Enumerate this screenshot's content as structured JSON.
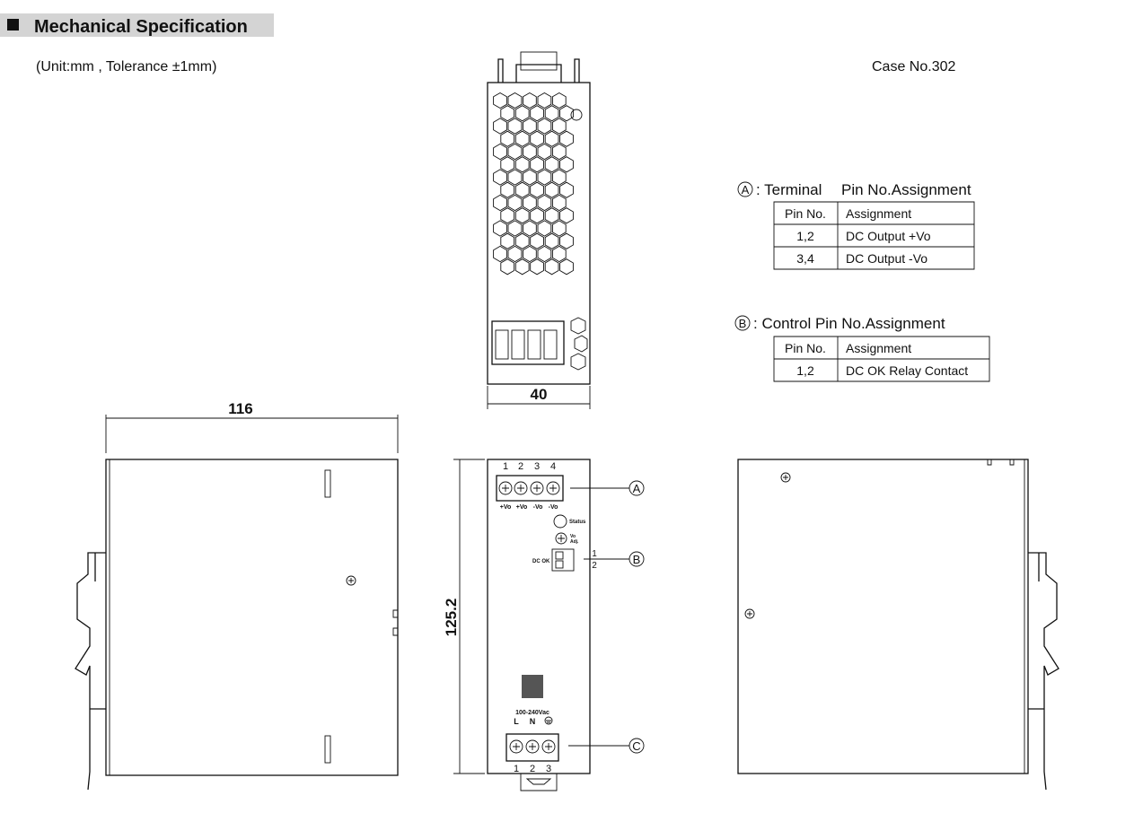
{
  "header": {
    "title": "Mechanical Specification",
    "unit_note": "(Unit:mm , Tolerance ±1mm)",
    "case_no": "Case No.302"
  },
  "table_a": {
    "marker": "A",
    "title_prefix": ": Terminal",
    "title_rest": "Pin No.Assignment",
    "headers": [
      "Pin No.",
      "Assignment"
    ],
    "rows": [
      [
        "1,2",
        "DC Output +Vo"
      ],
      [
        "3,4",
        "DC Output -Vo"
      ]
    ]
  },
  "table_b": {
    "marker": "B",
    "title": ": Control Pin No.Assignment",
    "headers": [
      "Pin No.",
      "Assignment"
    ],
    "rows": [
      [
        "1,2",
        "DC OK Relay Contact"
      ]
    ]
  },
  "dimensions": {
    "width": "40",
    "depth": "116",
    "height": "125.2"
  },
  "front_panel": {
    "output_pins": [
      "1",
      "2",
      "3",
      "4"
    ],
    "output_labels": [
      "+Vo",
      "+Vo",
      "-Vo",
      "-Vo"
    ],
    "status_label": "Status",
    "vo_adj_label_1": "Vo",
    "vo_adj_label_2": "Adj.",
    "dc_ok_label": "DC OK",
    "dc_ok_pins": [
      "1",
      "2"
    ],
    "input_rating": "100-240Vac",
    "input_labels": [
      "L",
      "N"
    ],
    "input_pins": [
      "1",
      "2",
      "3"
    ],
    "callouts": [
      "A",
      "B",
      "C"
    ]
  },
  "colors": {
    "header_band": "#d4d4d4",
    "line": "#111111"
  }
}
